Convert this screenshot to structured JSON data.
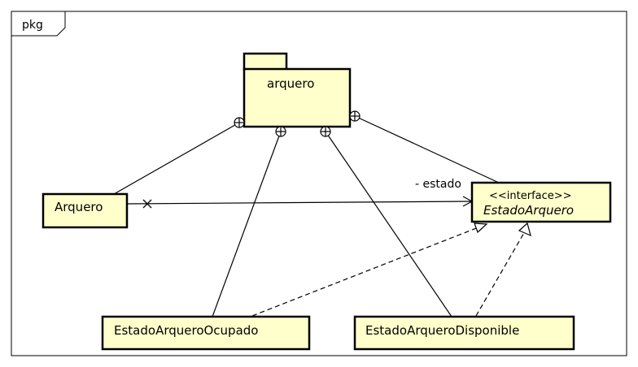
{
  "frame": {
    "label": "pkg"
  },
  "package": {
    "name": "arquero"
  },
  "classes": {
    "arquero": {
      "name": "Arquero"
    },
    "ocupado": {
      "name": "EstadoArqueroOcupado"
    },
    "disponible": {
      "name": "EstadoArqueroDisponible"
    }
  },
  "interface": {
    "stereotype": "<<interface>>",
    "name": "EstadoArquero"
  },
  "association": {
    "role": "- estado"
  },
  "colors": {
    "fill": "#ffffcc",
    "stroke": "#000000"
  }
}
